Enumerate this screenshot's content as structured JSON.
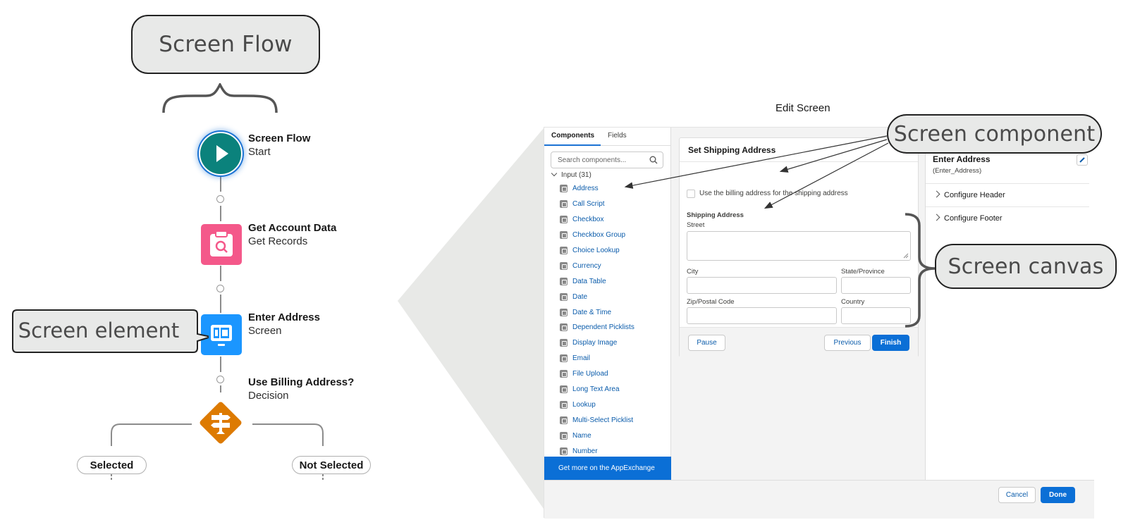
{
  "annotations": {
    "screen_flow": "Screen Flow",
    "screen_element": "Screen element",
    "screen_component": "Screen component",
    "screen_canvas": "Screen canvas"
  },
  "flow": {
    "nodes": [
      {
        "title": "Screen Flow",
        "subtitle": "Start",
        "icon": "play-icon",
        "color": "#0b827c"
      },
      {
        "title": "Get Account Data",
        "subtitle": "Get Records",
        "icon": "clipboard-search-icon",
        "color": "#f4588a"
      },
      {
        "title": "Enter Address",
        "subtitle": "Screen",
        "icon": "screen-icon",
        "color": "#1b96ff"
      },
      {
        "title": "Use Billing Address?",
        "subtitle": "Decision",
        "icon": "signpost-icon",
        "color": "#dd7a01"
      }
    ],
    "branches": [
      "Selected",
      "Not Selected"
    ]
  },
  "editor": {
    "title": "Edit Screen",
    "tabs": [
      "Components",
      "Fields"
    ],
    "search_placeholder": "Search components...",
    "group_label": "Input (31)",
    "components": [
      "Address",
      "Call Script",
      "Checkbox",
      "Checkbox Group",
      "Choice Lookup",
      "Currency",
      "Data Table",
      "Date",
      "Date & Time",
      "Dependent Picklists",
      "Display Image",
      "Email",
      "File Upload",
      "Long Text Area",
      "Lookup",
      "Multi-Select Picklist",
      "Name",
      "Number"
    ],
    "appexchange_label": "Get more on the AppExchange",
    "canvas": {
      "header": "Set Shipping Address",
      "checkbox_label": "Use the billing address for the shipping address",
      "section_label": "Shipping Address",
      "fields": {
        "street": "Street",
        "city": "City",
        "state": "State/Province",
        "zip": "Zip/Postal Code",
        "country": "Country"
      },
      "buttons": {
        "pause": "Pause",
        "previous": "Previous",
        "finish": "Finish"
      }
    },
    "properties": {
      "title": "Enter Address",
      "api_name": "(Enter_Address)",
      "sections": [
        "Configure Header",
        "Configure Footer"
      ]
    },
    "footer": {
      "cancel": "Cancel",
      "done": "Done"
    }
  },
  "colors": {
    "brand": "#0b6fd6",
    "callout_bg": "#e8e9e8",
    "link": "#0b5cab"
  }
}
